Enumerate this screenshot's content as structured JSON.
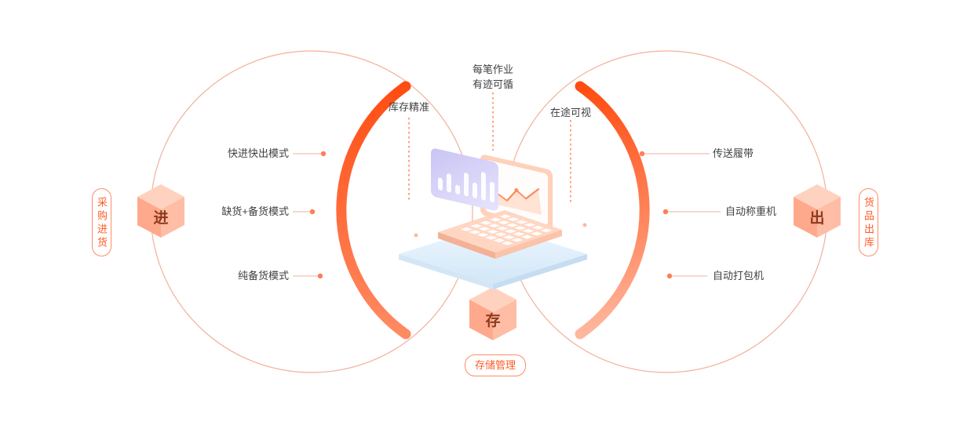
{
  "palette": {
    "accent": "#ff4d12",
    "accent_soft": "#ff8d66",
    "ring": "#f0a28b",
    "text": "#404040",
    "cube_glyph": "#8c3a1e"
  },
  "top_notes": {
    "inventory": "库存精准",
    "trace_line1": "每笔作业",
    "trace_line2": "有迹可循",
    "transit": "在途可视"
  },
  "inbound": {
    "side_label": "采购进货",
    "cube_label": "进",
    "modes": [
      "快进快出模式",
      "缺货+备货模式",
      "纯备货模式"
    ]
  },
  "outbound": {
    "side_label": "货品出库",
    "cube_label": "出",
    "devices": [
      "传送履带",
      "自动称重机",
      "自动打包机"
    ]
  },
  "storage": {
    "cube_label": "存",
    "label": "存储管理"
  }
}
